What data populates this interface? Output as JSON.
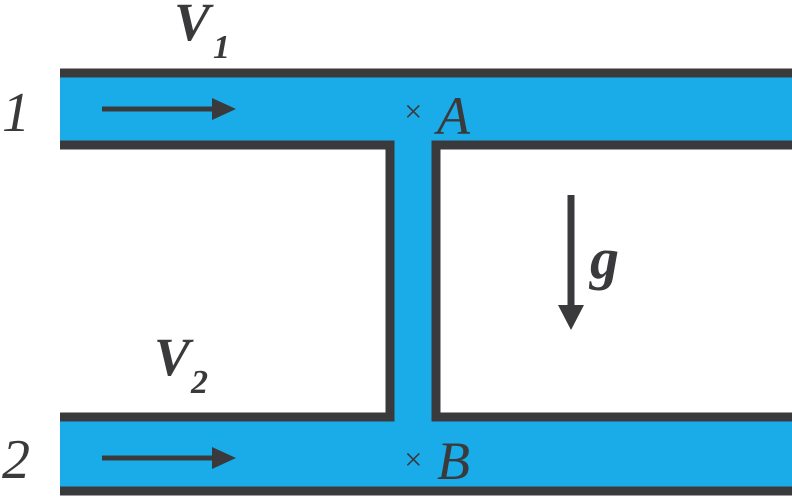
{
  "labels": {
    "pipe1": "1",
    "pipe2": "2",
    "v1_main": "V",
    "v1_sub": "1",
    "v2_main": "V",
    "v2_sub": "2",
    "point_a": "A",
    "point_b": "B",
    "gravity": "g",
    "marker_a": "×",
    "marker_b": "×"
  },
  "colors": {
    "fluid": "#1aace8",
    "wall": "#3a3a3c",
    "background": "#ffffff"
  }
}
